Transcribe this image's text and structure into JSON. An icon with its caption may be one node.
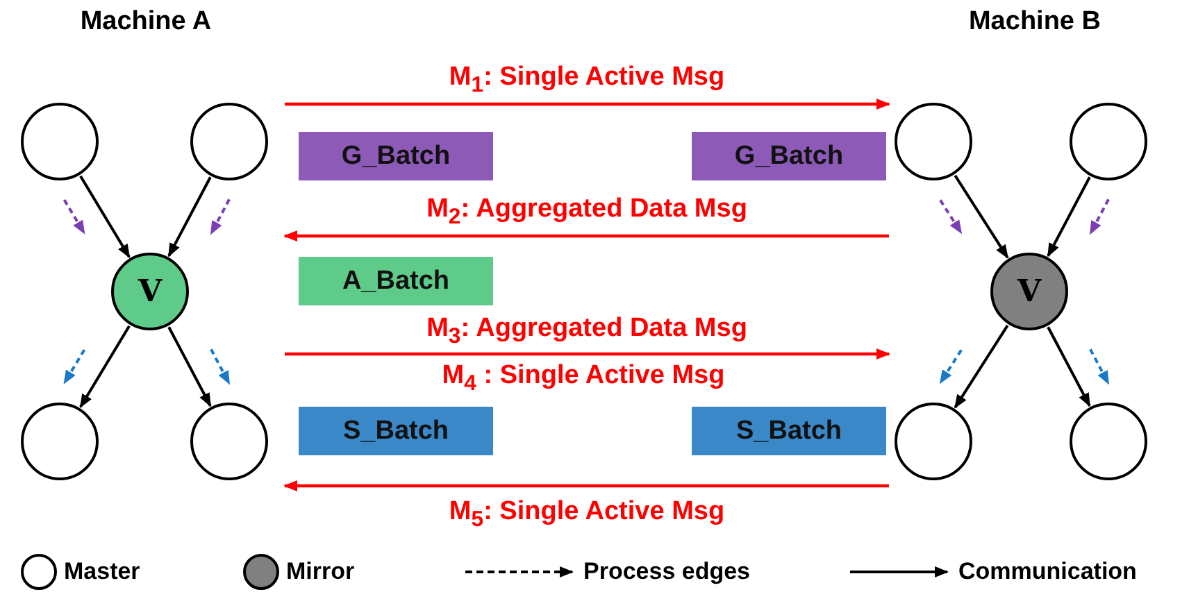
{
  "diagram": {
    "nodes": [
      {
        "text": [
          "Machine A"
        ]
      },
      {
        "text": [],
        "shape": "circle",
        "in": 0
      },
      {
        "text": [],
        "shape": "circle",
        "in": 0
      },
      {
        "text": [
          "V"
        ],
        "in": 0
      },
      {
        "text": [],
        "shape": "circle",
        "in": 0
      },
      {
        "text": [],
        "shape": "circle",
        "in": 0
      },
      {
        "text": [
          "Machine B"
        ]
      },
      {
        "text": [],
        "shape": "circle",
        "in": 6
      },
      {
        "text": [],
        "shape": "circle",
        "in": 6
      },
      {
        "text": [
          "V"
        ],
        "in": 6
      },
      {
        "text": [],
        "shape": "circle",
        "in": 6
      },
      {
        "text": [],
        "shape": "circle",
        "in": 6
      },
      {
        "text": [
          "G_Batch"
        ]
      },
      {
        "text": [
          "G_Batch"
        ]
      },
      {
        "text": [
          "A_Batch"
        ]
      },
      {
        "text": [
          "S_Batch"
        ]
      },
      {
        "text": [
          "S_Batch"
        ]
      }
    ],
    "edges": [
      {
        "from": 1,
        "to": 3,
        "arrow": "to"
      },
      {
        "from": 2,
        "to": 3,
        "arrow": "to"
      },
      {
        "from": 3,
        "to": 4,
        "arrow": "to"
      },
      {
        "from": 3,
        "to": 5,
        "arrow": "to"
      },
      {
        "from": 7,
        "to": 9,
        "arrow": "to"
      },
      {
        "from": 8,
        "to": 9,
        "arrow": "to"
      },
      {
        "from": 9,
        "to": 10,
        "arrow": "to"
      },
      {
        "from": 9,
        "to": 11,
        "arrow": "to"
      },
      {
        "from": 0,
        "to": 6,
        "arrow": "to",
        "label": "M$_{1}$: Single Active Msg",
        "color": "#ff0000"
      },
      {
        "from": 6,
        "to": 0,
        "arrow": "to",
        "label": "M$_{2}$: Aggregated Data Msg",
        "color": "#ff0000"
      },
      {
        "from": 0,
        "to": 6,
        "arrow": "to",
        "label": "M$_{3}$: Aggregated Data Msg",
        "color": "#ff0000"
      },
      {
        "from": 6,
        "to": 0,
        "arrow": "to",
        "label": "M$_{5}$: Single Active Msg",
        "color": "#ff0000"
      }
    ],
    "labels": [
      "M$_{4}$ : Single Active Msg"
    ],
    "legend": [
      {
        "text": "Master",
        "color": "#ffffff"
      },
      {
        "text": "Mirror",
        "color": "#808080"
      },
      {
        "text": "Process edges"
      },
      {
        "text": "Communication"
      }
    ]
  }
}
